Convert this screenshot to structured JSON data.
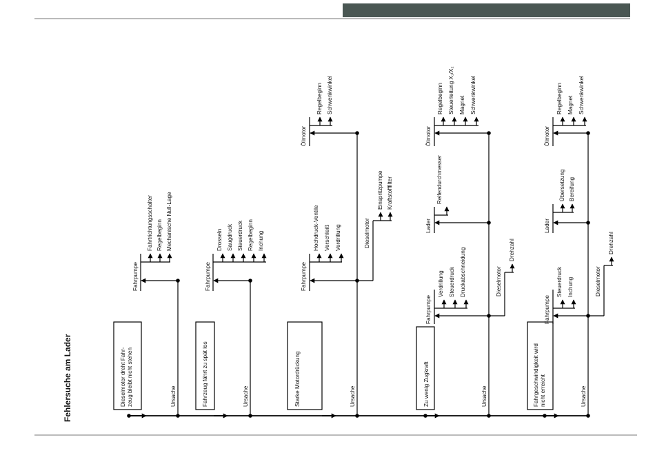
{
  "section_title": "Fehlersuche am Lader",
  "colors": {
    "header_bar": "#4a5753",
    "line": "#000000"
  },
  "symptoms": [
    {
      "id": "s1",
      "text": "Dieselmotor dreht Fahr-\nzeug bleibt nicht stehen",
      "cause": "Ursache"
    },
    {
      "id": "s2",
      "text": "Fahrzeug fährt zu spät los",
      "cause": "Ursache"
    },
    {
      "id": "s3",
      "text": "Starke Motordrückung",
      "cause": "Ursache"
    },
    {
      "id": "s4",
      "text": "Zu wenig Zugkraft",
      "cause": "Ursache"
    },
    {
      "id": "s5",
      "text": "Fahrgeschwindigkeit wird\nnicht erreicht",
      "cause": "Ursache"
    }
  ],
  "components": {
    "c1_fahrpumpe": {
      "label": "Fahrpumpe",
      "items": [
        "Fahrtrichtungsschalter",
        "Regelbeginn",
        "Mechanische Null-Lage"
      ]
    },
    "c2_fahrpumpe": {
      "label": "Fahrpumpe",
      "items": [
        "Drosseln",
        "Saugdruck",
        "Steuerdruck",
        "Regelbeginn",
        "Inchung"
      ]
    },
    "c3_fahrpumpe": {
      "label": "Fahrpumpe",
      "items": [
        "Hochdruck-Ventile",
        "Verschleiß",
        "Verdrillung"
      ]
    },
    "c3_oelmotor": {
      "label": "Ölmotor",
      "items": [
        "Regelbeginn",
        "Schwenkwinkel"
      ]
    },
    "c3_dieselmotor": {
      "label": "Dieselmotor",
      "items": [
        "Einspritzpumpe",
        "Kraftstofffilter"
      ]
    },
    "c4_fahrpumpe": {
      "label": "Fahrpumpe",
      "items": [
        "Verdrillung",
        "Steuerdruck",
        "Druckabschneidung"
      ]
    },
    "c4_dieselmotor": {
      "label": "Dieselmotor",
      "items": [
        "Drehzahl"
      ]
    },
    "c4_lader": {
      "label": "Lader",
      "items": [
        "Reifendurchmesser"
      ]
    },
    "c4_oelmotor": {
      "label": "Ölmotor",
      "items": [
        "Regelbeginn",
        "Steuerleitung X₁/X₂",
        "Magnet",
        "Schwenkwinkel"
      ]
    },
    "c5_fahrpumpe": {
      "label": "Fahrpumpe",
      "items": [
        "Steuerdruck",
        "Inchung"
      ]
    },
    "c5_dieselmotor": {
      "label": "Dieselmotor",
      "items": [
        "Drehzahl"
      ]
    },
    "c5_lader": {
      "label": "Lader",
      "items": [
        "Übersetzung",
        "Bereifung"
      ]
    },
    "c5_oelmotor": {
      "label": "Ölmotor",
      "items": [
        "Regelbeginn",
        "Magnet",
        "Schwenkwinkel"
      ]
    }
  }
}
